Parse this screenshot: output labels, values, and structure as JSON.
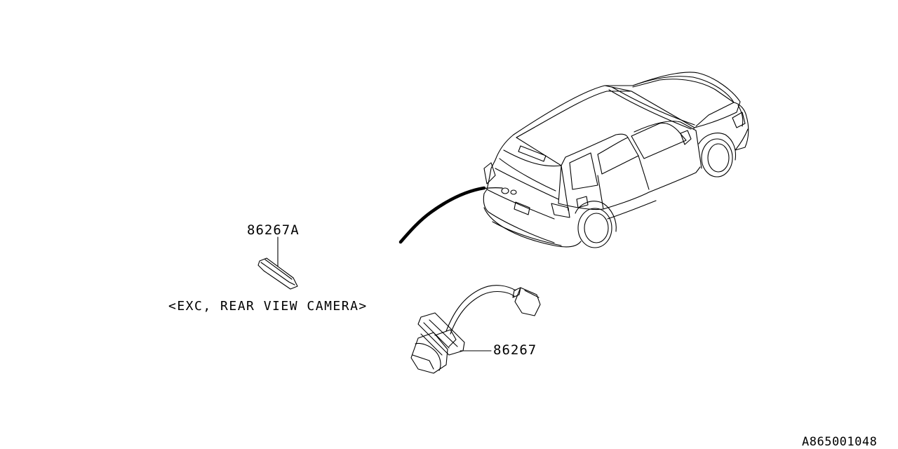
{
  "parts": [
    {
      "id": "cover",
      "part_number": "86267A"
    },
    {
      "id": "camera",
      "part_number": "86267"
    }
  ],
  "note": "<EXC, REAR VIEW CAMERA>",
  "diagram_id": "A865001048",
  "colors": {
    "line": "#000000",
    "background": "#ffffff"
  }
}
